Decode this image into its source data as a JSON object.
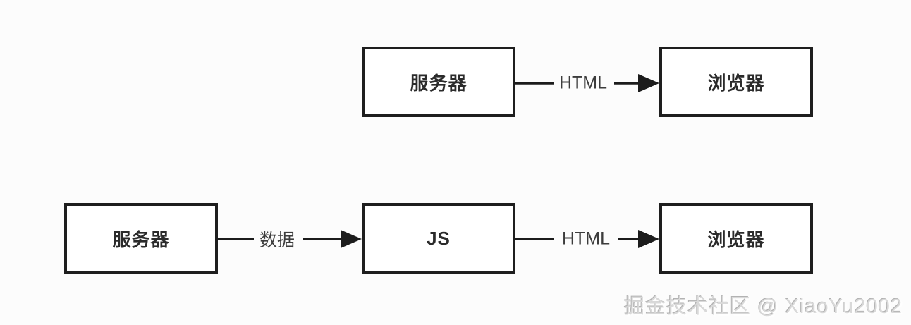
{
  "diagram": {
    "top_flow": {
      "nodes": {
        "server": "服务器",
        "browser": "浏览器"
      },
      "edges": {
        "server_to_browser": "HTML"
      }
    },
    "bottom_flow": {
      "nodes": {
        "server": "服务器",
        "js": "JS",
        "browser": "浏览器"
      },
      "edges": {
        "server_to_js": "数据",
        "js_to_browser": "HTML"
      }
    },
    "colors": {
      "node_border": "#1e1e1e",
      "node_fill": "#ffffff",
      "arrow": "#1c1c1c",
      "edge_label_text": "#3c3c3c",
      "background": "#fcfcfc",
      "watermark_text": "#d9d9d9"
    }
  },
  "watermark": {
    "text": "掘金技术社区 @ XiaoYu2002"
  }
}
